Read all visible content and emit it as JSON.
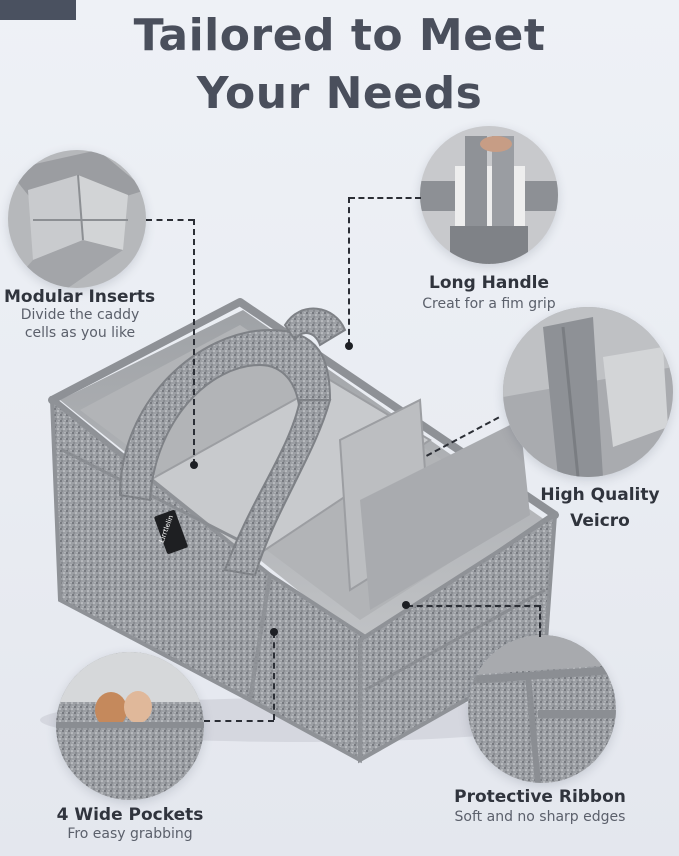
{
  "headline": {
    "line1": "Tailored to Meet",
    "line2": "Your Needs"
  },
  "features": {
    "modular_inserts": {
      "title": "Modular Inserts",
      "subtitle_line1": "Divide the caddy",
      "subtitle_line2": "cells as you like"
    },
    "long_handle": {
      "title": "Long Handle",
      "subtitle": "Creat for a fim grip"
    },
    "velcro": {
      "title_line1": "High Quality",
      "title_line2": "Veicro"
    },
    "wide_pockets": {
      "title": "4 Wide Pockets",
      "subtitle": "Fro easy grabbing"
    },
    "ribbon": {
      "title": "Protective Ribbon",
      "subtitle": "Soft and no sharp edges"
    }
  },
  "product": {
    "brand_tag": "Lirrtlelin"
  },
  "colors": {
    "headline": "#4a4f5c",
    "felt": "#9a9da2",
    "lining": "#aeb0b3",
    "background": "#eceff4"
  },
  "icons": [
    "dot-marker-icon"
  ]
}
